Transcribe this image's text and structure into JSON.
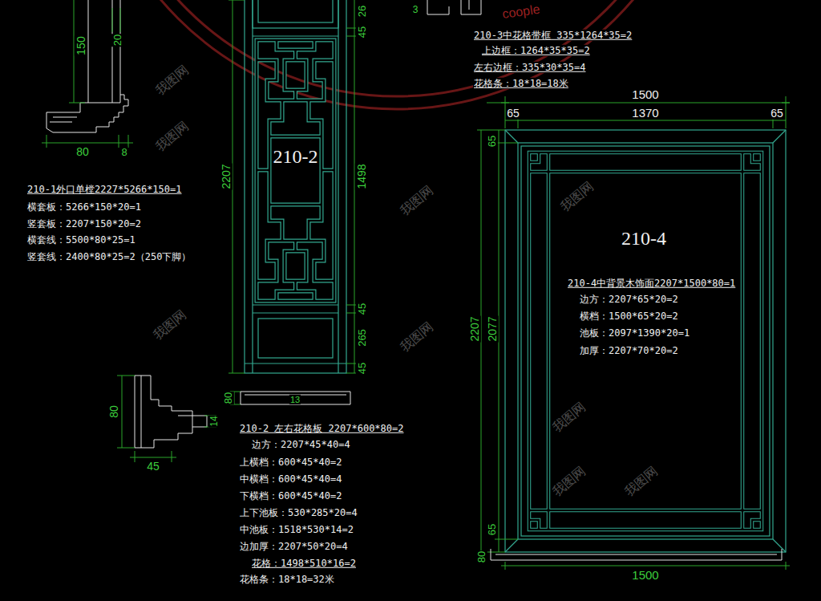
{
  "diagram": {
    "nodes": [
      {
        "text": [
          "210-2"
        ]
      },
      {
        "text": [
          "210-4",
          "210-4中背景木饰面2207*1500*80=1",
          "边方：2207*65*20=2",
          "横档：1500*65*20=2",
          "池板：2097*1390*20=1",
          "加厚：2207*70*20=2"
        ]
      }
    ],
    "labels": [
      "150",
      "20",
      "80",
      "8",
      "210-1外口单樘2227*5266*150=1",
      "横套板：5266*150*20=1",
      "竖套板：2207*150*20=2",
      "横套线：5500*80*25=1",
      "竖套线：2400*80*25=2（250下脚）",
      "2207",
      "45",
      "26",
      "1498",
      "45",
      "265",
      "45",
      "80",
      "13",
      "80",
      "14",
      "45",
      "210-2 左右花格板 2207*600*80=2",
      "边方：2207*45*40=4",
      "上横档：600*45*40=2",
      "中横档：600*45*40=4",
      "下横档：600*45*40=2",
      "上下池板：530*285*20=4",
      "中池板：1518*530*14=2",
      "边加厚：2207*50*20=4",
      "花格：1498*510*16=2",
      "花格条：18*18=32米",
      "3",
      "210-3中花格带框 335*1264*35=2",
      "上边框：1264*35*35=2",
      "左右边框：335*30*35=4",
      "花格条：18*18=18米",
      "1500",
      "65",
      "1370",
      "65",
      "65",
      "2207",
      "2077",
      "65",
      "80",
      "1500",
      "coople",
      "我图网",
      "我图网",
      "我图网",
      "我图网",
      "我图网",
      "我图网",
      "我图网",
      "我图网",
      "我图网"
    ]
  }
}
